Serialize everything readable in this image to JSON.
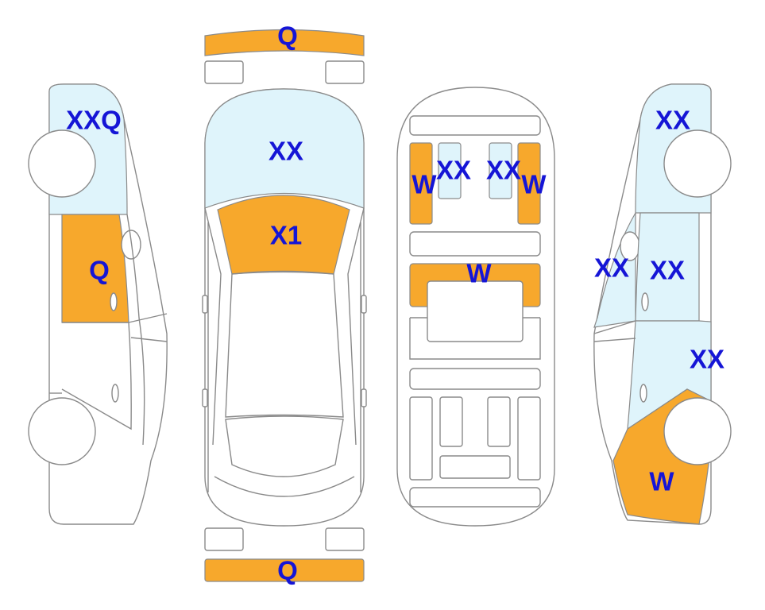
{
  "colors": {
    "damage_orange": "#f7a82c",
    "glass_blue": "#dff4fb",
    "outline": "#8a8a8a",
    "code_text": "#1515d6",
    "background": "#ffffff"
  },
  "panels": {
    "front_bumper": {
      "code": "Q",
      "color": "#f7a82c"
    },
    "rear_bumper": {
      "code": "Q",
      "color": "#f7a82c"
    },
    "hood": {
      "code": "XX",
      "color": "#dff4fb"
    },
    "windshield": {
      "code": "X1",
      "color": "#f7a82c"
    },
    "left_front_fender": {
      "code": "XXQ",
      "color": "#dff4fb"
    },
    "left_front_door": {
      "code": "Q",
      "color": "#f7a82c"
    },
    "right_front_fender": {
      "code": "XX",
      "color": "#dff4fb"
    },
    "right_front_door": {
      "code": "XX",
      "color": "#dff4fb"
    },
    "right_mirror": {
      "code": "XX",
      "color": "#dff4fb"
    },
    "right_rear_door": {
      "code": "XX",
      "color": "#dff4fb"
    },
    "right_rear_quarter": {
      "code": "W",
      "color": "#f7a82c"
    },
    "floor_left_rail": {
      "code": "W",
      "color": "#f7a82c"
    },
    "floor_right_rail": {
      "code": "W",
      "color": "#f7a82c"
    },
    "floor_inner_left": {
      "code": "XX",
      "color": "#dff4fb"
    },
    "floor_inner_right": {
      "code": "XX",
      "color": "#dff4fb"
    },
    "floor_crossmember": {
      "code": "W",
      "color": "#f7a82c"
    }
  }
}
